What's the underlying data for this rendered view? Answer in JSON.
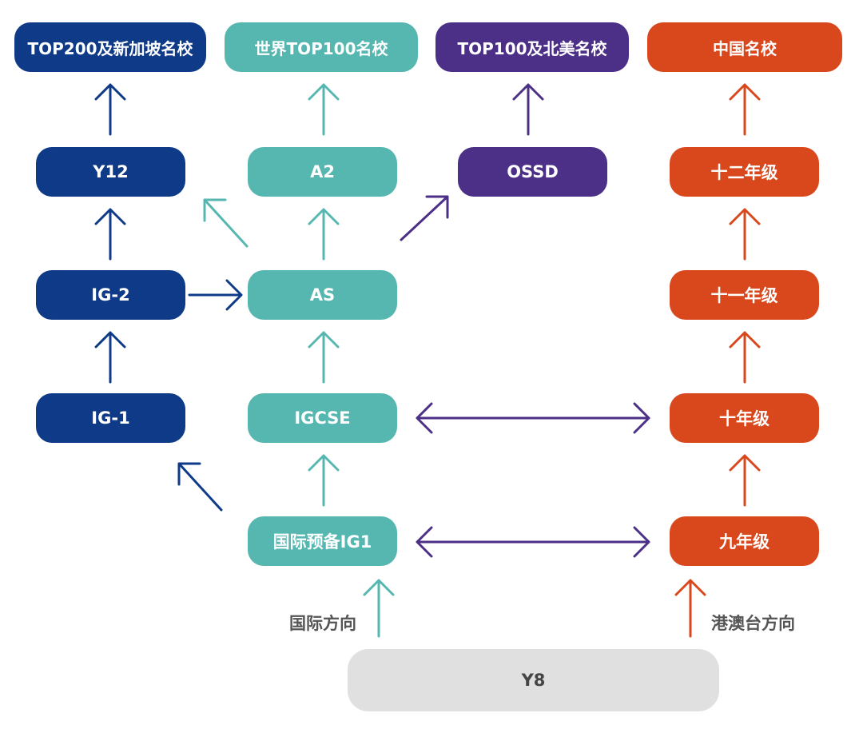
{
  "colors": {
    "navy": "#0f3a88",
    "teal": "#56b7b1",
    "purple": "#4c3087",
    "orange": "#d9471d",
    "gray": "#e0e0e0"
  },
  "nodes": {
    "top200_singapore": "TOP200及新加坡名校",
    "world_top100": "世界TOP100名校",
    "top100_north_america": "TOP100及北美名校",
    "china_schools": "中国名校",
    "y12": "Y12",
    "a2": "A2",
    "ossd": "OSSD",
    "grade12": "十二年级",
    "ig2": "IG-2",
    "as": "AS",
    "grade11": "十一年级",
    "ig1": "IG-1",
    "igcse": "IGCSE",
    "grade10": "十年级",
    "intl_prep": "国际预备IG1",
    "grade9": "九年级",
    "y8": "Y8"
  },
  "captions": {
    "international": "国际方向",
    "hk_macau_taiwan": "港澳台方向"
  }
}
